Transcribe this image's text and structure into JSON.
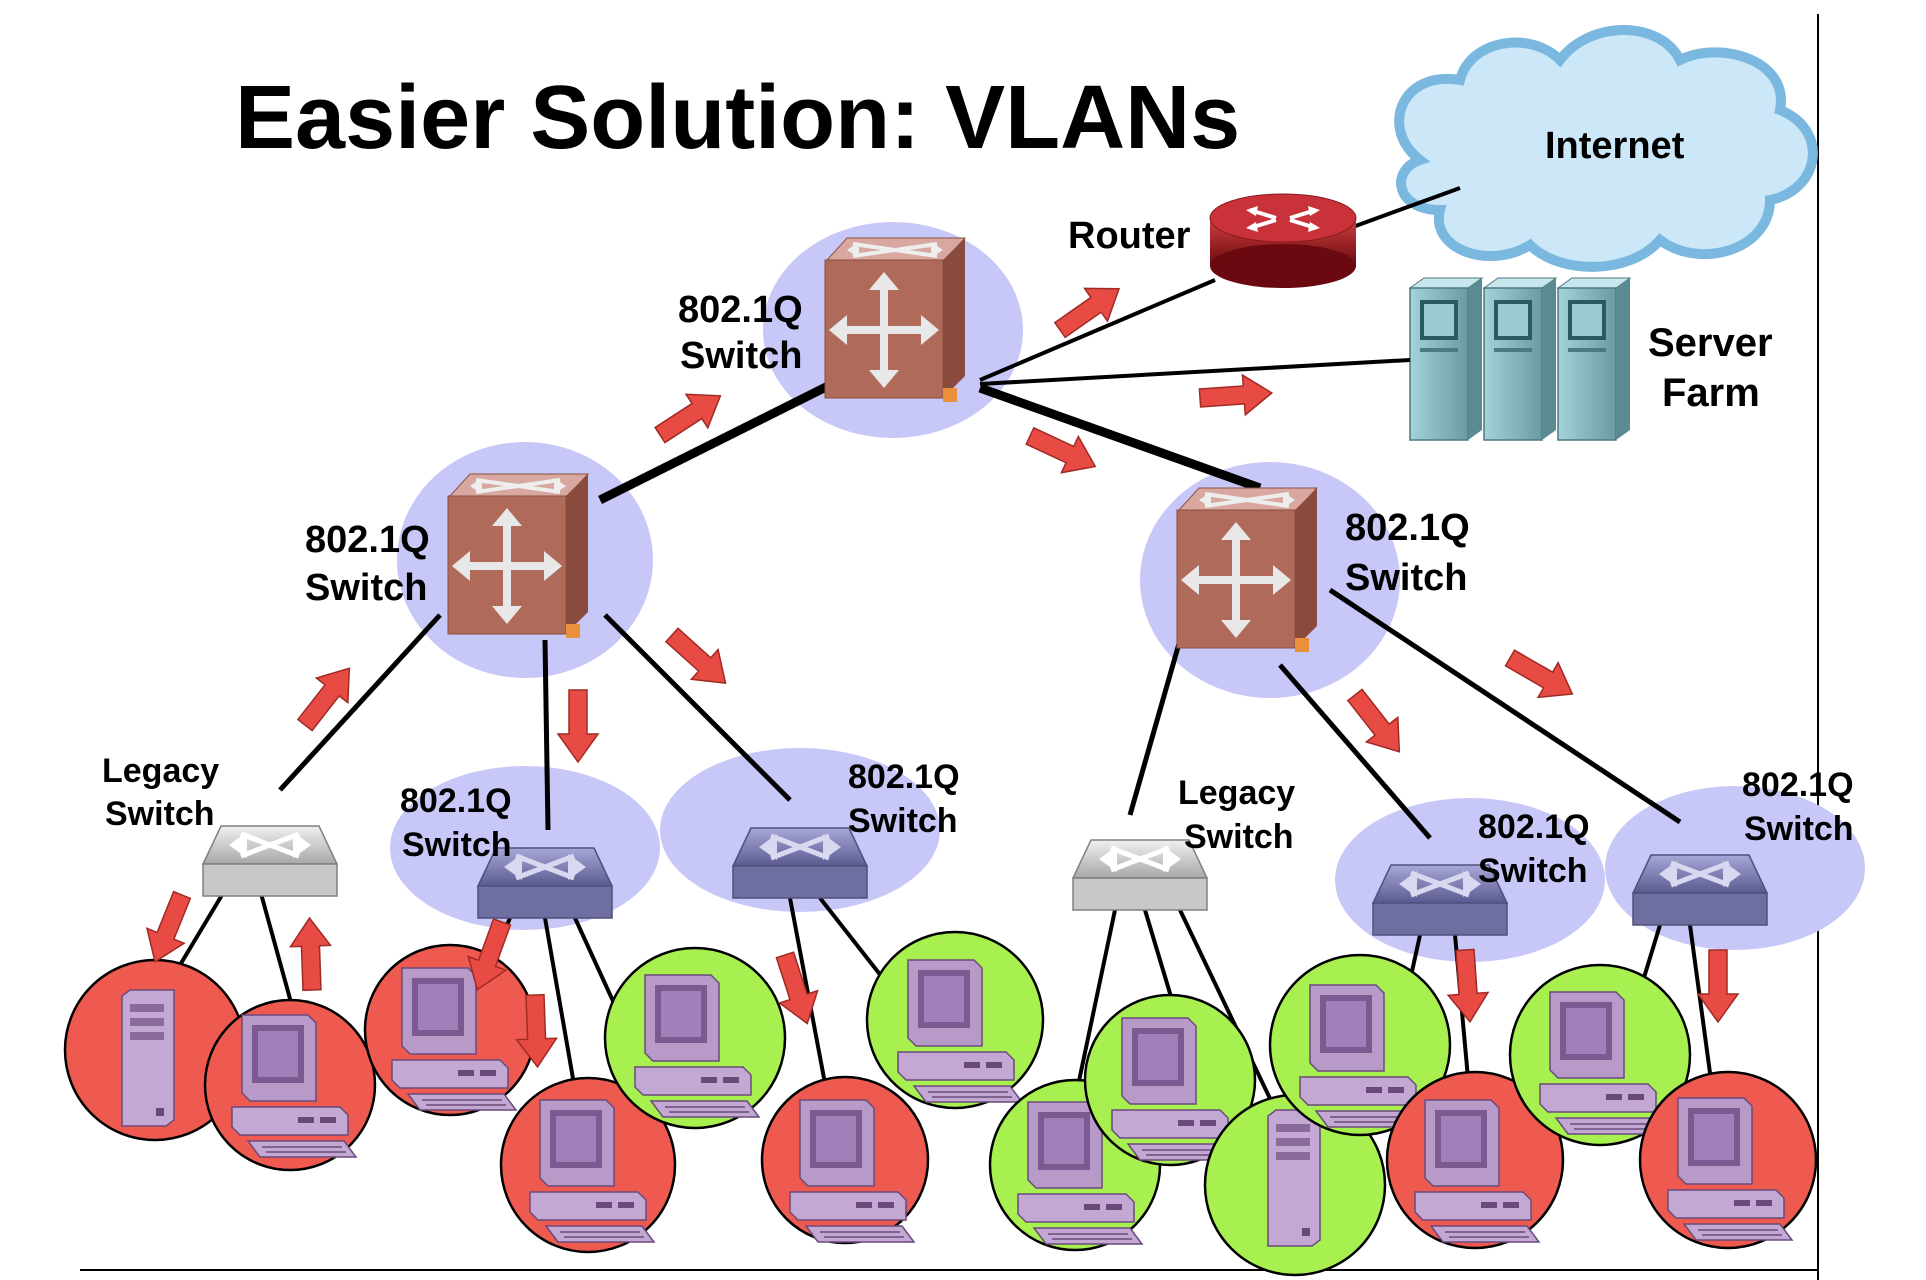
{
  "title": "Easier Solution: VLANs",
  "labels": {
    "internet": "Internet",
    "router": "Router",
    "server_farm_line1": "Server",
    "server_farm_line2": "Farm",
    "core_switch_line1": "802.1Q",
    "core_switch_line2": "Switch",
    "left_switch_line1": "802.1Q",
    "left_switch_line2": "Switch",
    "right_switch_line1": "802.1Q",
    "right_switch_line2": "Switch",
    "legacy_left_line1": "Legacy",
    "legacy_left_line2": "Switch",
    "access_a_line1": "802.1Q",
    "access_a_line2": "Switch",
    "access_b_line1": "802.1Q",
    "access_b_line2": "Switch",
    "legacy_right_line1": "Legacy",
    "legacy_right_line2": "Switch",
    "access_c_line1": "802.1Q",
    "access_c_line2": "Switch",
    "access_d_line1": "802.1Q",
    "access_d_line2": "Switch"
  },
  "colors": {
    "vlan_red": "#ee5a50",
    "vlan_green": "#a8f050",
    "halo": "#c8c8f8",
    "arrow": "#e84a44",
    "core_switch": "#b06a5a",
    "router": "#a01a20",
    "cloud": "#cce8f8",
    "server": "#7ab0b8"
  },
  "icons": [
    "router-icon",
    "cloud-icon",
    "server-farm-icon",
    "switch-icon",
    "workstation-icon",
    "tower-server-icon",
    "arrow-icon"
  ]
}
